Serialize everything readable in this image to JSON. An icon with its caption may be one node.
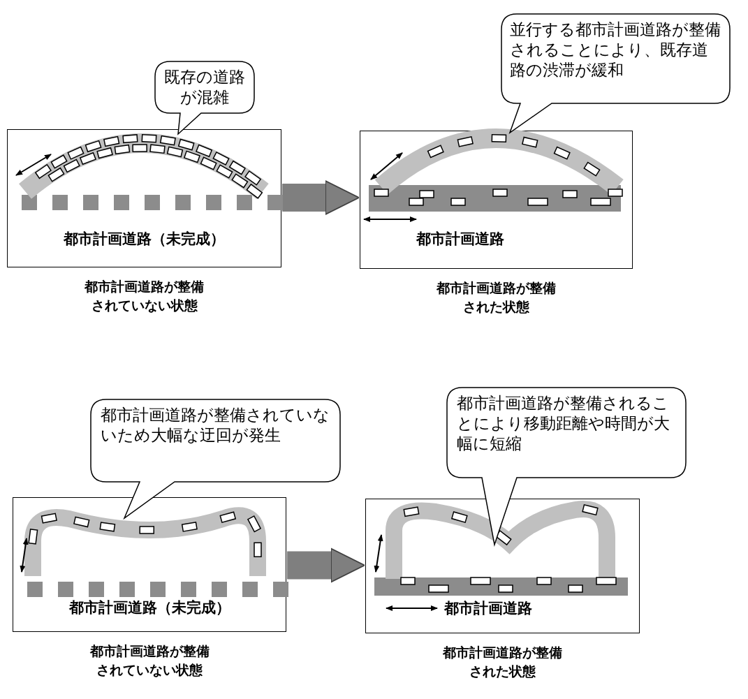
{
  "diagram": {
    "nodes": [
      {
        "text": [
          "既存の道路が混雑"
        ]
      },
      {
        "text": [
          "並行する都市計画道路が整備されることにより、既存道路の渋滞が緩和"
        ]
      },
      {
        "text": [
          "都市計画道路（未完成）"
        ],
        "beside": [
          "都市計画道路が整備されていない状態"
        ]
      },
      {
        "text": [
          "都市計画道路"
        ],
        "beside": [
          "都市計画道路が整備された状態"
        ]
      },
      {
        "text": [
          "都市計画道路が整備されていないため大幅な迂回が発生"
        ]
      },
      {
        "text": [
          "都市計画道路が整備されることにより移動距離や時間が大幅に短縮"
        ]
      },
      {
        "text": [
          "都市計画道路（未完成）"
        ],
        "beside": [
          "都市計画道路が整備されていない状態"
        ]
      },
      {
        "text": [
          "都市計画道路"
        ],
        "beside": [
          "都市計画道路が整備された状態"
        ]
      }
    ],
    "edges": [
      {
        "from": 2,
        "to": 3,
        "arrow": "to"
      },
      {
        "from": 6,
        "to": 7,
        "arrow": "to"
      }
    ]
  }
}
